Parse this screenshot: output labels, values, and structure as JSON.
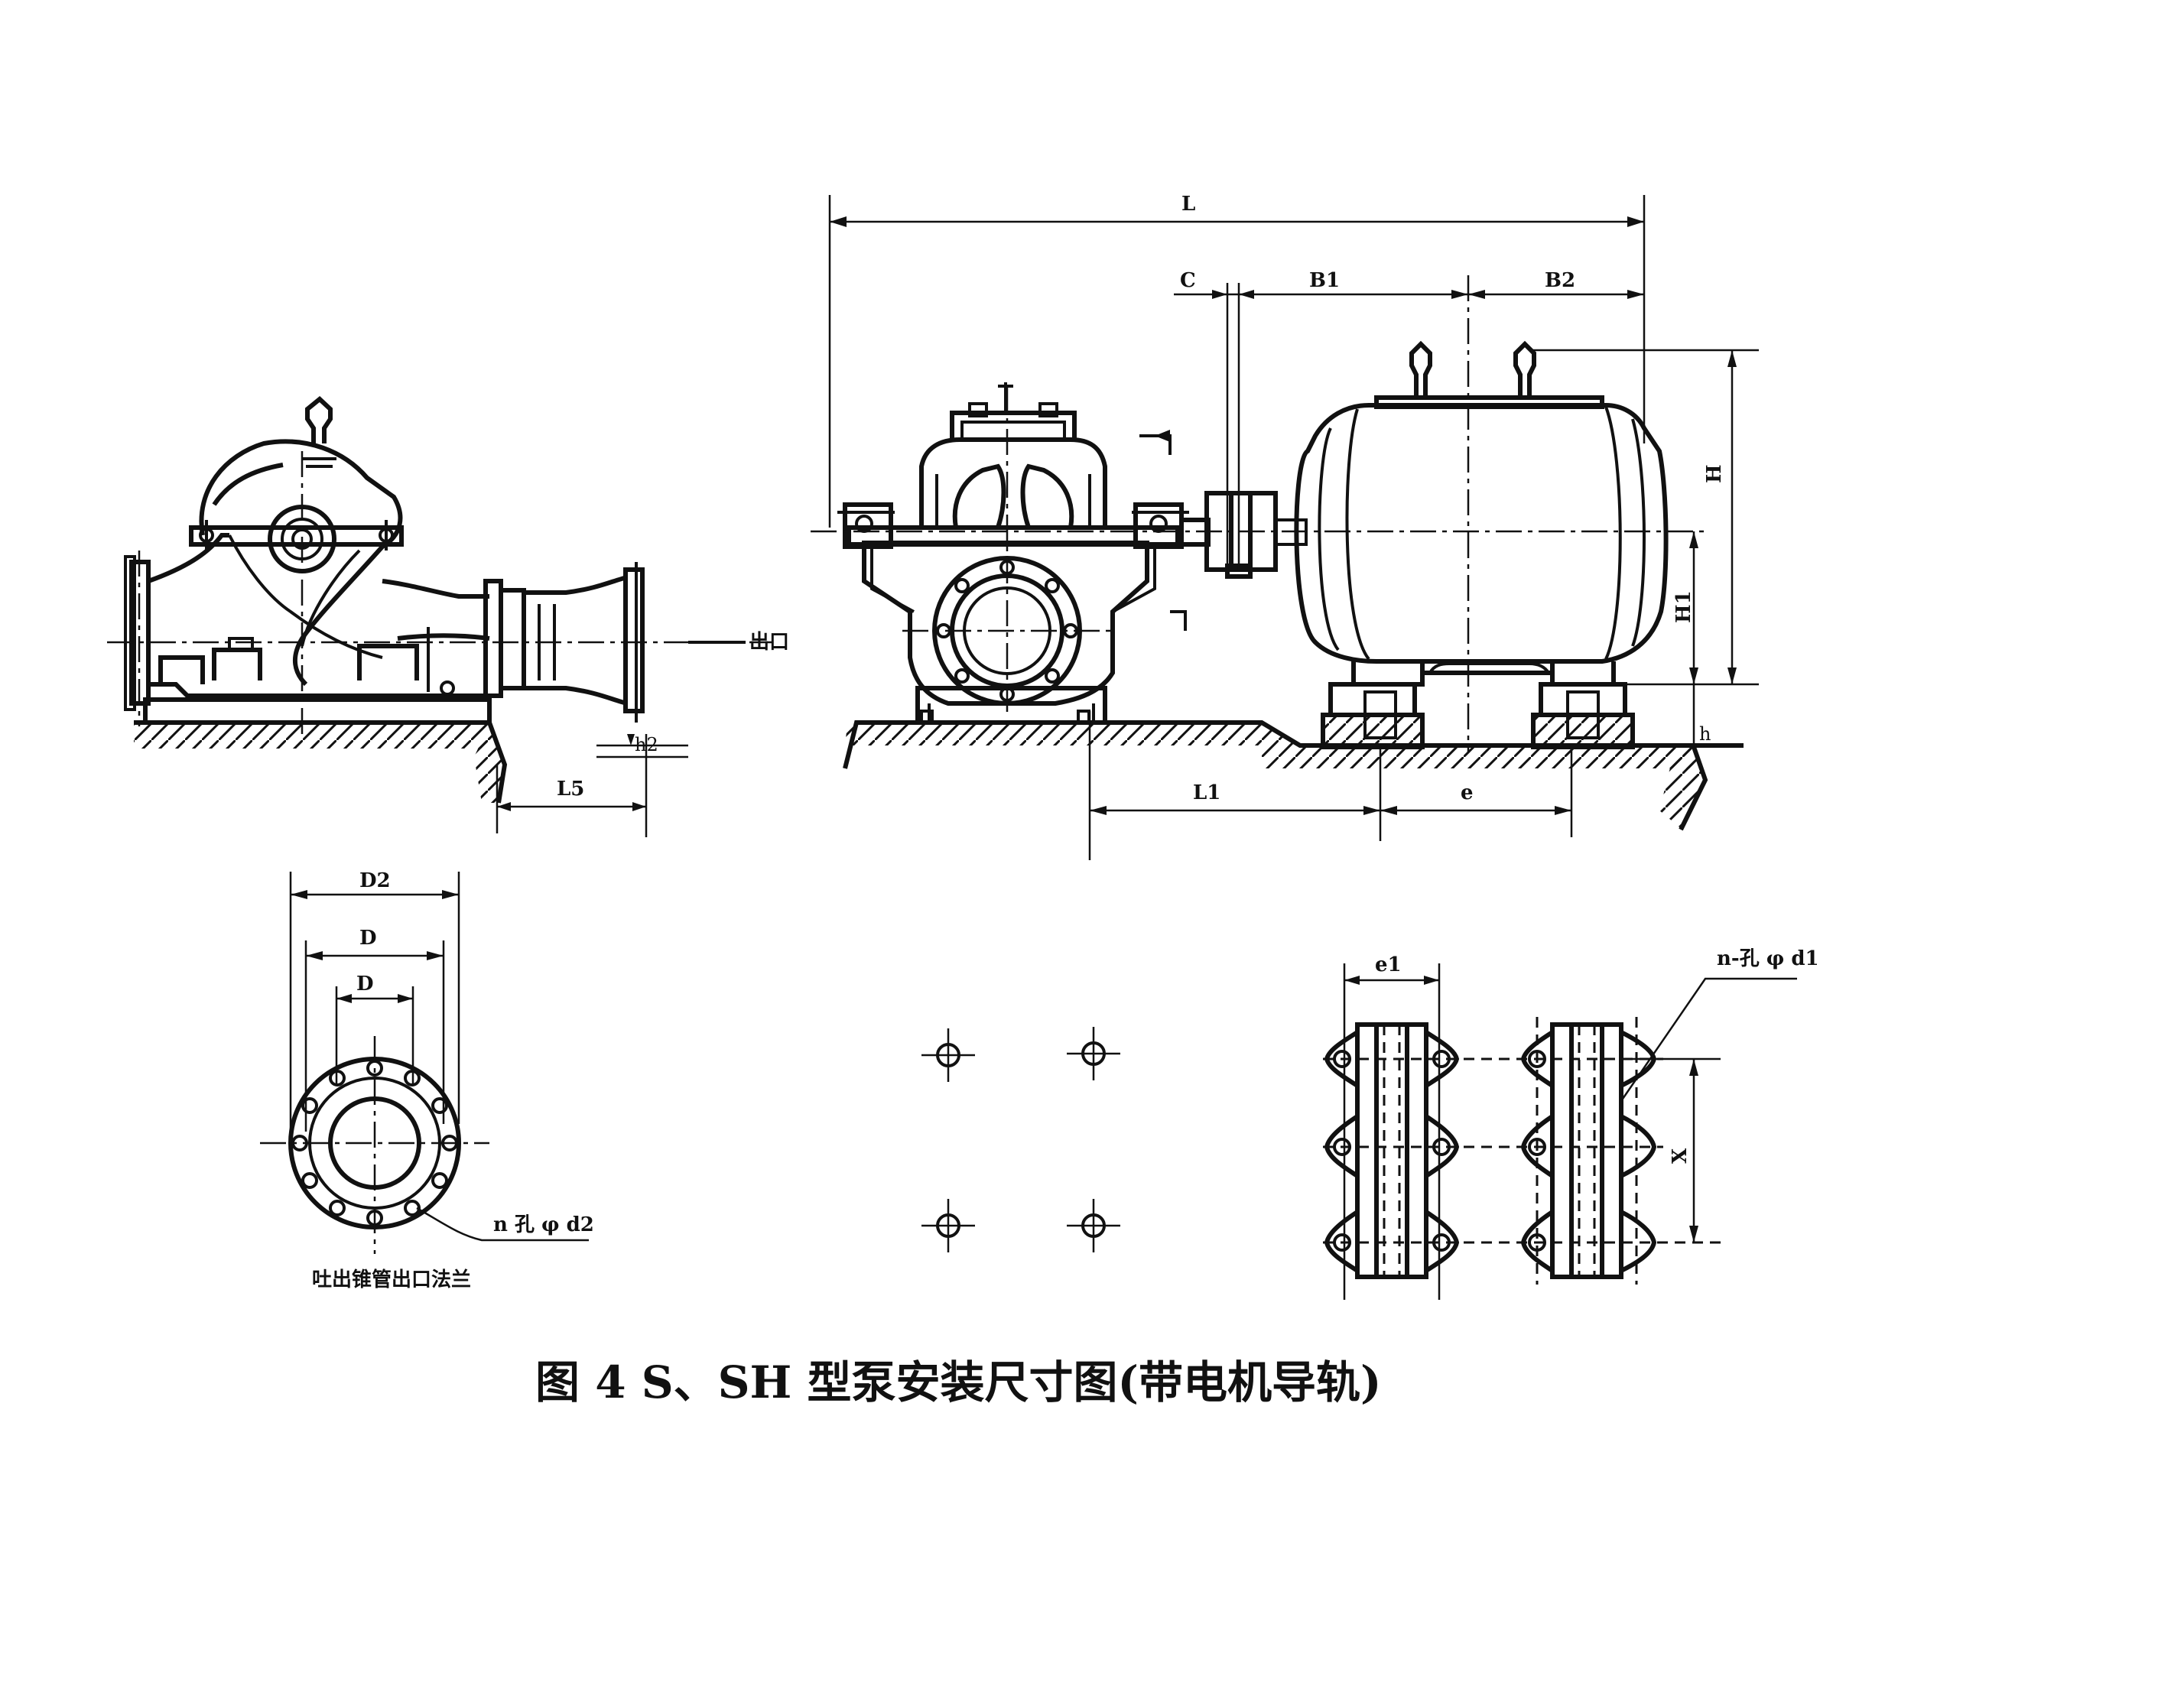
{
  "caption": "图 4  S、SH 型泵安装尺寸图(带电机导轨)",
  "side_view": {
    "outlet_label": "出口",
    "dim_L5": "L5",
    "dim_small": "h2"
  },
  "flange_view": {
    "dim_D2": "D2",
    "dim_D": "D",
    "dim_D_inner": "D",
    "holes_label": "n 孔 φ d2",
    "caption": "吐出锥管出口法兰"
  },
  "main_view": {
    "dim_L": "L",
    "dim_C": "C",
    "dim_B1": "B1",
    "dim_B2": "B2",
    "dim_H": "H",
    "dim_H1": "H1",
    "dim_h": "h",
    "dim_L1": "L1",
    "dim_e": "e"
  },
  "rail_view": {
    "dim_e1": "e1",
    "holes_label": "n-孔 φ d1",
    "dim_X": "X"
  }
}
